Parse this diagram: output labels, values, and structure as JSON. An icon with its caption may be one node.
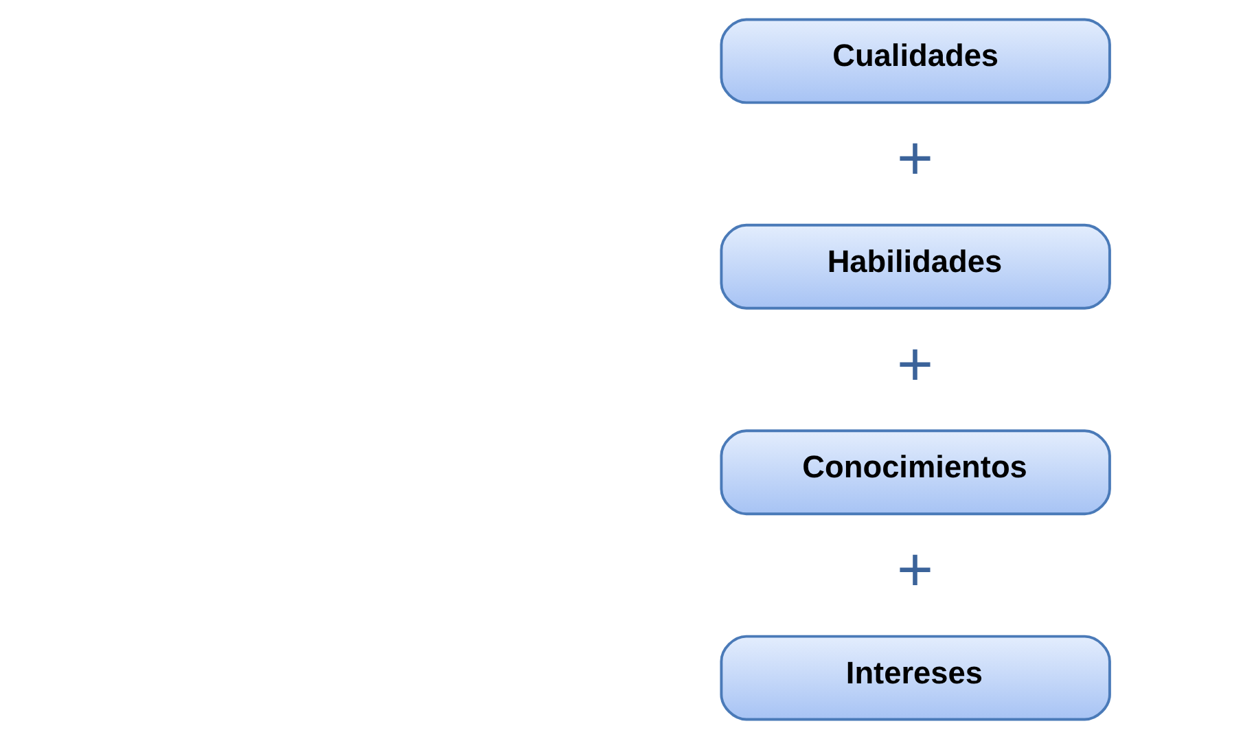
{
  "diagram": {
    "nodes": [
      {
        "text": [
          "Cualidades"
        ]
      },
      {
        "text": [
          "Habilidades"
        ]
      },
      {
        "text": [
          "Conocimientos"
        ]
      },
      {
        "text": [
          "Intereses"
        ]
      }
    ],
    "labels": [
      "+",
      "+",
      "+"
    ]
  }
}
